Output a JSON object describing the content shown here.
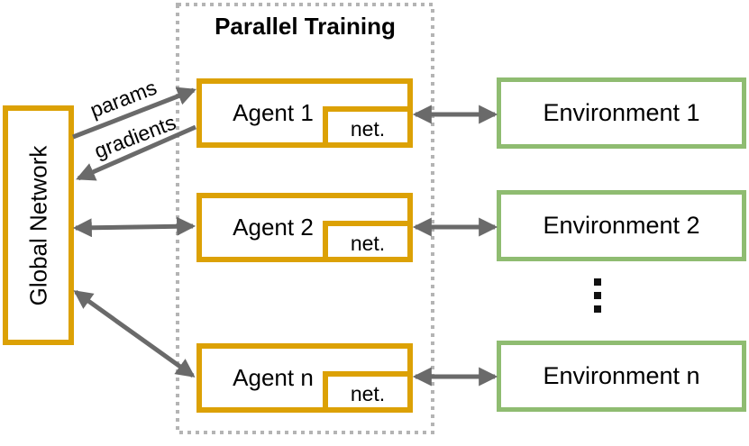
{
  "colors": {
    "box_orange": "#dca105",
    "box_green": "#8fbc71",
    "arrow_gray": "#6a6a6a",
    "dashed_gray": "#b4b4b4",
    "text": "#000000",
    "background": "#ffffff"
  },
  "global_network": {
    "label": "Global Network"
  },
  "parallel_training": {
    "title": "Parallel Training"
  },
  "agents": [
    {
      "label": "Agent 1",
      "net_label": "net."
    },
    {
      "label": "Agent 2",
      "net_label": "net."
    },
    {
      "label": "Agent n",
      "net_label": "net."
    }
  ],
  "environments": [
    {
      "label": "Environment 1"
    },
    {
      "label": "Environment 2"
    },
    {
      "label": "Environment n"
    }
  ],
  "arrow_labels": {
    "params": "params",
    "gradients": "gradients"
  },
  "ellipsis": {
    "symbol": "⋮"
  }
}
